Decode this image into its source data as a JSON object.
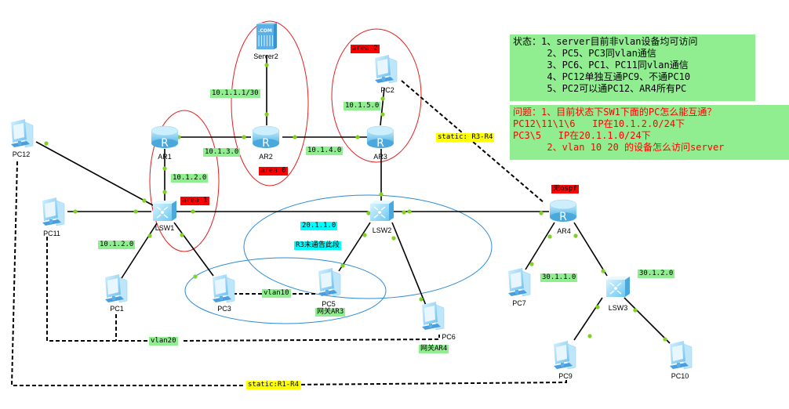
{
  "diagram": {
    "devices": {
      "server2": {
        "name": "Server2",
        "type": "server",
        "icon": "server-icon",
        "badge": ".COM"
      },
      "ar1": {
        "name": "AR1",
        "type": "router",
        "icon": "router-icon"
      },
      "ar2": {
        "name": "AR2",
        "type": "router",
        "icon": "router-icon"
      },
      "ar3": {
        "name": "AR3",
        "type": "router",
        "icon": "router-icon"
      },
      "ar4": {
        "name": "AR4",
        "type": "router",
        "icon": "router-icon"
      },
      "lsw1": {
        "name": "LSW1",
        "type": "switch",
        "icon": "switch-icon"
      },
      "lsw2": {
        "name": "LSW2",
        "type": "switch",
        "icon": "switch-icon"
      },
      "lsw3": {
        "name": "LSW3",
        "type": "switch",
        "icon": "switch-icon"
      },
      "pc1": {
        "name": "PC1",
        "type": "pc",
        "icon": "pc-icon"
      },
      "pc2": {
        "name": "PC2",
        "type": "pc",
        "icon": "pc-icon"
      },
      "pc3": {
        "name": "PC3",
        "type": "pc",
        "icon": "pc-icon"
      },
      "pc5": {
        "name": "PC5",
        "type": "pc",
        "icon": "pc-icon"
      },
      "pc6": {
        "name": "PC6",
        "type": "pc",
        "icon": "pc-icon"
      },
      "pc7": {
        "name": "PC7",
        "type": "pc",
        "icon": "pc-icon"
      },
      "pc9": {
        "name": "PC9",
        "type": "pc",
        "icon": "pc-icon"
      },
      "pc10": {
        "name": "PC10",
        "type": "pc",
        "icon": "pc-icon"
      },
      "pc11": {
        "name": "PC11",
        "type": "pc",
        "icon": "pc-icon"
      },
      "pc12": {
        "name": "PC12",
        "type": "pc",
        "icon": "pc-icon"
      }
    },
    "links": [
      {
        "from": "server2",
        "to": "ar2",
        "style": "solid"
      },
      {
        "from": "ar1",
        "to": "ar2",
        "style": "solid"
      },
      {
        "from": "ar2",
        "to": "ar3",
        "style": "solid"
      },
      {
        "from": "ar3",
        "to": "pc2",
        "style": "solid"
      },
      {
        "from": "ar1",
        "to": "lsw1",
        "style": "solid"
      },
      {
        "from": "ar3",
        "to": "lsw2",
        "style": "solid"
      },
      {
        "from": "pc12",
        "to": "lsw1",
        "style": "solid"
      },
      {
        "from": "pc11",
        "to": "lsw1",
        "style": "solid"
      },
      {
        "from": "lsw1",
        "to": "lsw2",
        "style": "solid"
      },
      {
        "from": "lsw2",
        "to": "ar4",
        "style": "solid"
      },
      {
        "from": "lsw1",
        "to": "pc1",
        "style": "solid"
      },
      {
        "from": "lsw1",
        "to": "pc3",
        "style": "solid"
      },
      {
        "from": "lsw2",
        "to": "pc5",
        "style": "solid"
      },
      {
        "from": "lsw2",
        "to": "pc6",
        "style": "solid"
      },
      {
        "from": "ar4",
        "to": "pc7",
        "style": "solid"
      },
      {
        "from": "ar4",
        "to": "lsw3",
        "style": "solid"
      },
      {
        "from": "lsw3",
        "to": "pc9",
        "style": "solid"
      },
      {
        "from": "lsw3",
        "to": "pc10",
        "style": "solid"
      },
      {
        "from": "pc2",
        "to": "ar4",
        "style": "dashed"
      },
      {
        "from": "pc3",
        "to": "pc5",
        "style": "dashed"
      },
      {
        "from": "pc11",
        "to": "pc6",
        "style": "dashed"
      },
      {
        "from": "pc12",
        "to": "pc9",
        "style": "dashed"
      }
    ],
    "labels": {
      "net_server": "10.1.1.1/30",
      "net_ar1_ar2": "10.1.3.0",
      "net_ar2_ar3": "10.1.4.0",
      "net_ar3_pc2": "10.1.5.0",
      "net_ar1_lsw1": "10.1.2.0",
      "net_lsw1_pcs": "10.1.2.0",
      "net_lsw2": "20.1.1.0",
      "r3_not_advertised": "R3未通告此段",
      "area0": "area 0",
      "area1": "area 1",
      "area2": "area 2",
      "no_ospf": "无ospf",
      "static_r3_r4": "static: R3-R4",
      "static_r1_r4": "static:R1-R4",
      "vlan10": "vlan10",
      "vlan20": "vlan20",
      "gw_pc5": "网关AR3",
      "gw_pc6": "网关AR4",
      "net_pc7": "30.1.1.0",
      "net_lsw3": "30.1.2.0"
    },
    "status_note": "状态：1、server目前非vlan设备均可访问\n      2、PC5、PC3同vlan通信\n      3、PC6、PC1、PC11同vlan通信\n      4、PC12单独互通PC9、不通PC10\n      5、PC2可以通PC12、AR4所有PC",
    "question_note": "问题：1、目前状态下SW1下面的PC怎么能互通？\nPC12\\11\\1\\6   IP在10.1.2.0/24下\nPC3\\5   IP在20.1.1.0/24下\n      2、vlan 10 20 的设备怎么访问server",
    "colors": {
      "ospf_area_ellipse": "#e02020",
      "vlan_ellipse": "#2a8ad8",
      "port_dot": "#7ed321",
      "label_green": "#90ee90",
      "label_red": "#ff0000",
      "label_cyan": "#00ffff",
      "label_yellow": "#ffff00"
    }
  }
}
